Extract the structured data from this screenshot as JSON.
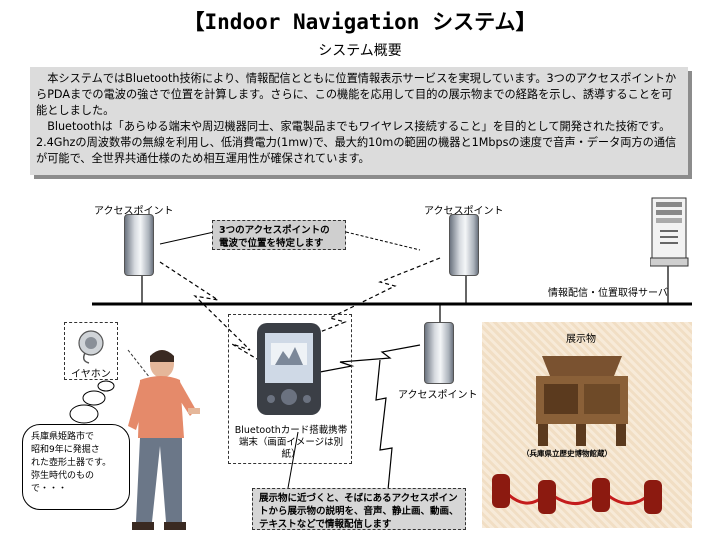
{
  "header": {
    "title": "【Indoor Navigation システム】",
    "subtitle": "システム概要"
  },
  "summary": {
    "paragraph1": "　本システムではBluetooth技術により、情報配信とともに位置情報表示サービスを実現しています。3つのアクセスポイントからPDAまでの電波の強さで位置を計算します。さらに、この機能を応用して目的の展示物までの経路を示し、誘導することを可能としました。",
    "paragraph2": "　Bluetoothは「あらゆる端末や周辺機器同士、家電製品までもワイヤレス接続すること」を目的として開発された技術です。2.4Ghzの周波数帯の無線を利用し、低消費電力(1mw)で、最大約10mの範囲の機器と1Mbpsの速度で音声・データ両方の通信が可能で、全世界共通仕様のため相互運用性が確保されています。"
  },
  "diagram": {
    "ap_left_label": "アクセスポイント",
    "ap_right_label": "アクセスポイント",
    "ap_bottom_label": "アクセスポイント",
    "callout_positioning": "3つのアクセスポイントの電波で位置を特定します",
    "server_label": "情報配信・位置取得サーバ",
    "earphone_label": "イヤホン",
    "pda_caption": "Bluetoothカード搭載携帯端末（画面イメージは別紙）",
    "exhibit_title": "展示物",
    "exhibit_caption": "（兵庫県立歴史博物館蔵）",
    "bubble_lines": [
      "兵庫県姫路市で",
      "昭和9年に発掘さ",
      "れた壺形土器です。",
      "弥生時代のもの",
      "で・・・"
    ],
    "callout_delivery": "展示物に近づくと、そばにあるアクセスポイントから展示物の説明を、音声、静止画、動画、テキストなどで情報配信します"
  },
  "icons": {
    "access_point": "access-point-icon",
    "server": "server-tower-icon",
    "earphone": "earphone-icon",
    "pda": "pda-icon",
    "person": "visitor-person-icon",
    "exhibit": "exhibit-machine-icon"
  }
}
